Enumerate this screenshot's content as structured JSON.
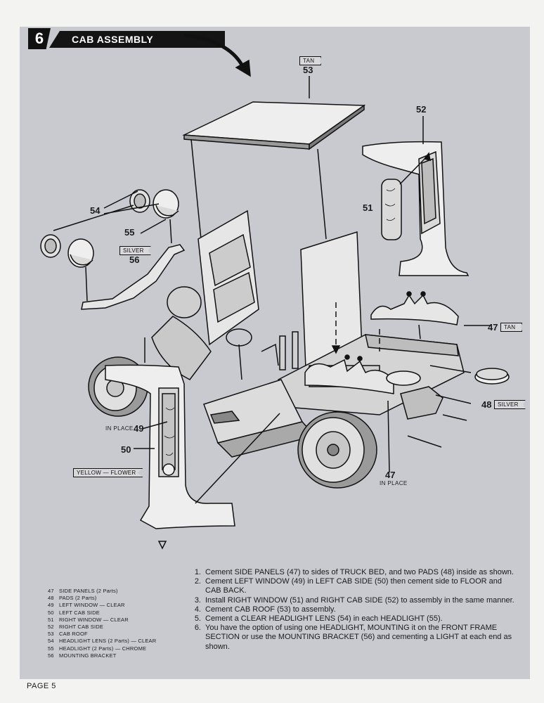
{
  "header": {
    "step_number": "6",
    "title": "CAB ASSEMBLY"
  },
  "callouts": {
    "c53": "53",
    "c52": "52",
    "c51": "51",
    "c54": "54",
    "c55": "55",
    "c56": "56",
    "c47_upper": "47",
    "c48": "48",
    "c49": "49",
    "c50": "50",
    "c47_lower": "47"
  },
  "labels": {
    "in_place_49": "IN PLACE",
    "in_place_47": "IN PLACE"
  },
  "color_tags": {
    "tan_53": "TAN",
    "silver_56": "SILVER",
    "tan_47": "TAN",
    "silver_48": "SILVER",
    "yellow_flower": "YELLOW — FLOWER"
  },
  "parts_list": [
    {
      "num": "47",
      "name": "SIDE PANELS (2 Parts)"
    },
    {
      "num": "48",
      "name": "PADS (2 Parts)"
    },
    {
      "num": "49",
      "name": "LEFT WINDOW — CLEAR"
    },
    {
      "num": "50",
      "name": "LEFT CAB SIDE"
    },
    {
      "num": "51",
      "name": "RIGHT WINDOW — CLEAR"
    },
    {
      "num": "52",
      "name": "RIGHT CAB SIDE"
    },
    {
      "num": "53",
      "name": "CAB ROOF"
    },
    {
      "num": "54",
      "name": "HEADLIGHT LENS (2 Parts) — CLEAR"
    },
    {
      "num": "55",
      "name": "HEADLIGHT (2 Parts) — CHROME"
    },
    {
      "num": "56",
      "name": "MOUNTING BRACKET"
    }
  ],
  "instructions": [
    {
      "num": "1.",
      "text": "Cement SIDE PANELS (47) to sides of TRUCK BED, and two PADS (48) inside as shown."
    },
    {
      "num": "2.",
      "text": "Cement LEFT WINDOW (49) in LEFT CAB SIDE (50) then cement side to FLOOR and CAB BACK."
    },
    {
      "num": "3.",
      "text": "Install RIGHT WINDOW (51) and RIGHT CAB SIDE (52) to assembly in the same manner."
    },
    {
      "num": "4.",
      "text": "Cement CAB ROOF (53) to assembly."
    },
    {
      "num": "5.",
      "text": "Cement a CLEAR HEADLIGHT LENS (54) in each HEADLIGHT (55)."
    },
    {
      "num": "6.",
      "text": "You have the option of using one HEADLIGHT, MOUNTING it on the FRONT FRAME SECTION or use the MOUNTING BRACKET (56) and cementing a LIGHT at each end as shown."
    }
  ],
  "footer": {
    "page": "PAGE 5"
  }
}
